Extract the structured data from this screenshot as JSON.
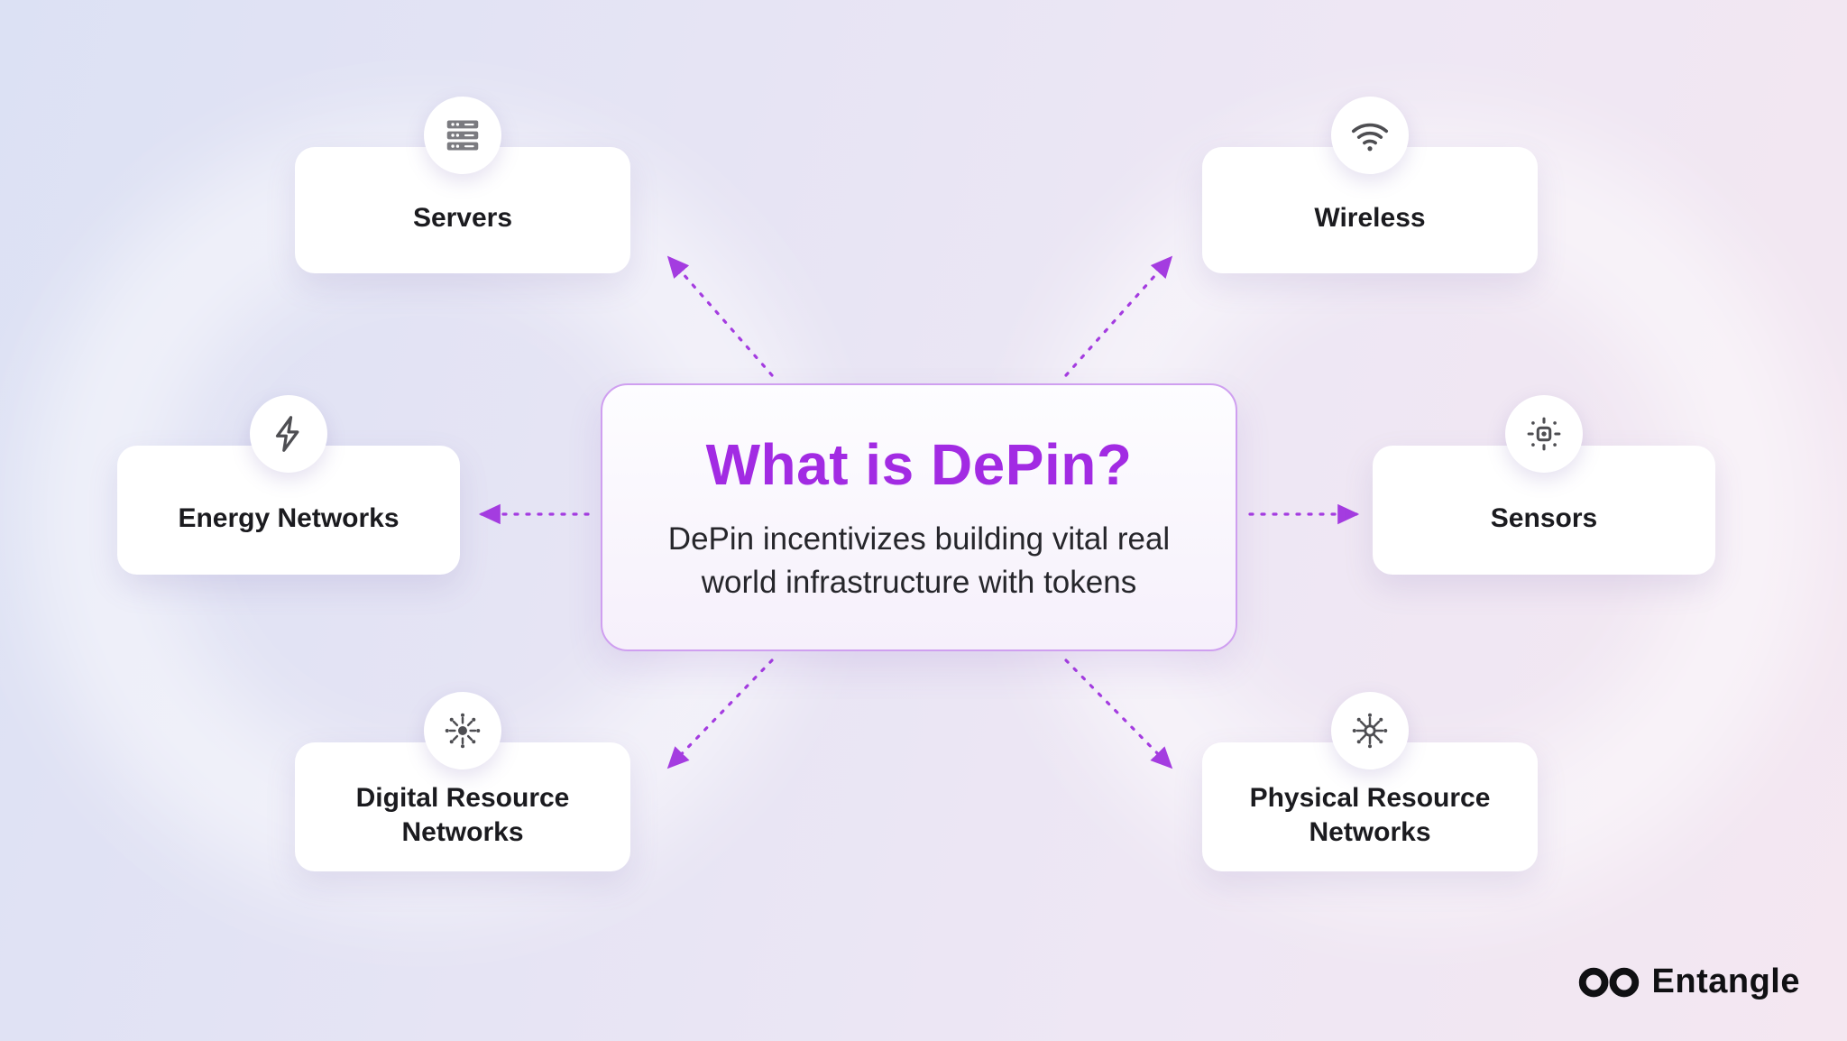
{
  "center": {
    "title": "What is DePin?",
    "description": "DePin incentivizes building vital real world infrastructure with tokens"
  },
  "nodes": [
    {
      "id": "servers",
      "label": "Servers",
      "icon": "server-rack-icon"
    },
    {
      "id": "wireless",
      "label": "Wireless",
      "icon": "wifi-icon"
    },
    {
      "id": "energy",
      "label": "Energy Networks",
      "icon": "lightning-bolt-icon"
    },
    {
      "id": "sensors",
      "label": "Sensors",
      "icon": "sensor-chip-icon"
    },
    {
      "id": "digital",
      "label": "Digital Resource Networks",
      "icon": "digital-network-hub-icon"
    },
    {
      "id": "physical",
      "label": "Physical Resource Networks",
      "icon": "physical-network-hub-icon"
    }
  ],
  "brand": {
    "name": "Entangle",
    "logo": "infinity-logo-icon"
  },
  "colors": {
    "accent_purple": "#A22BE3",
    "arrow_purple": "#A43CE0",
    "card_background": "#FFFFFF",
    "text_dark": "#1B1B1F",
    "background_left": "#DCE1F4",
    "background_right": "#F4E7F1"
  }
}
